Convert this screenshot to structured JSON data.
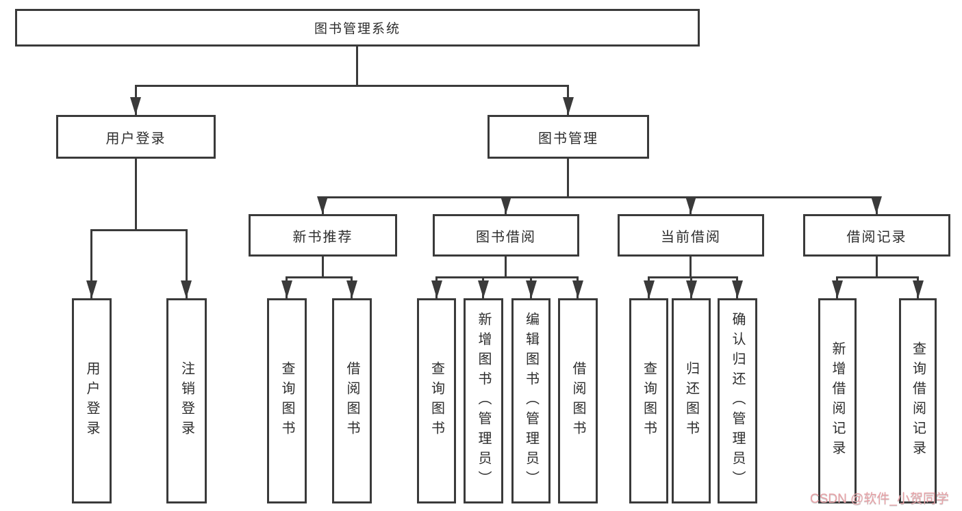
{
  "tree": {
    "root": {
      "label": "图书管理系统"
    },
    "branches": [
      {
        "label": "用户登录",
        "children": [
          {
            "label": "用户登录"
          },
          {
            "label": "注销登录"
          }
        ]
      },
      {
        "label": "图书管理",
        "children": [
          {
            "label": "新书推荐",
            "children": [
              {
                "label": "查询图书"
              },
              {
                "label": "借阅图书"
              }
            ]
          },
          {
            "label": "图书借阅",
            "children": [
              {
                "label": "查询图书"
              },
              {
                "label": "新增图书（管理员）"
              },
              {
                "label": "编辑图书（管理员）"
              },
              {
                "label": "借阅图书"
              }
            ]
          },
          {
            "label": "当前借阅",
            "children": [
              {
                "label": "查询图书"
              },
              {
                "label": "归还图书"
              },
              {
                "label": "确认归还（管理员）"
              }
            ]
          },
          {
            "label": "借阅记录",
            "children": [
              {
                "label": "新增借阅记录"
              },
              {
                "label": "查询借阅记录"
              }
            ]
          }
        ]
      }
    ]
  },
  "watermark": {
    "text": "CSDN @软件_小贺同学"
  },
  "colors": {
    "line": "#3a3a3a",
    "text": "#2d2d2d",
    "watermark": "#e8a2a7",
    "background": "#ffffff"
  }
}
